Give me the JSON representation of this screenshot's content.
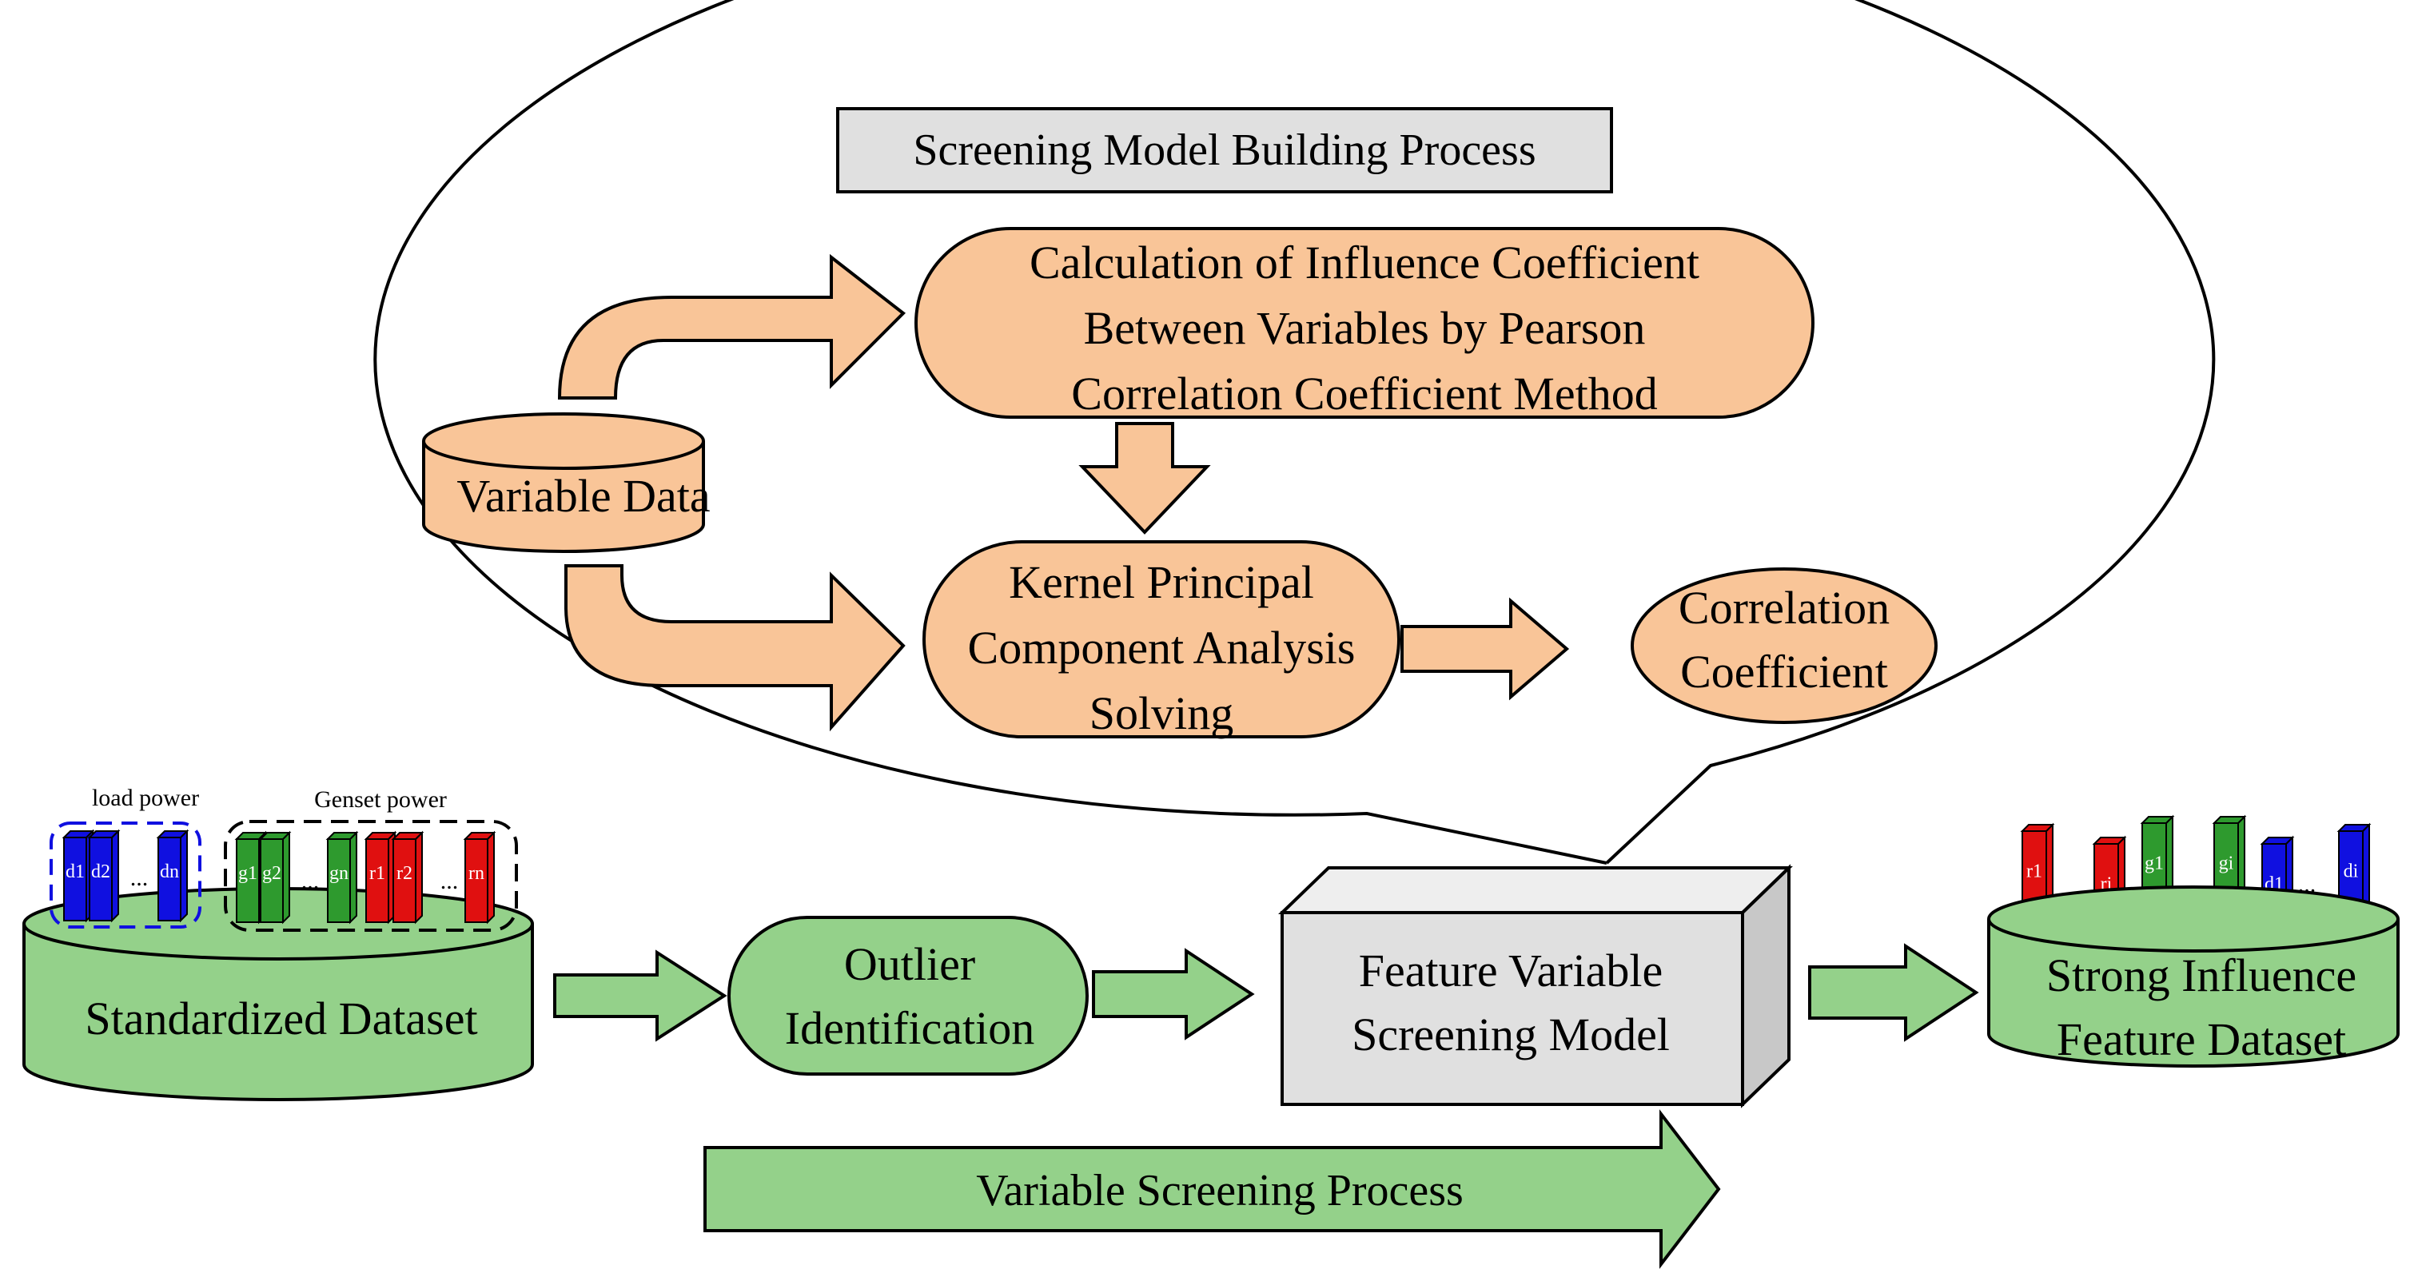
{
  "title_box": {
    "text": "Screening Model Building Process"
  },
  "upper": {
    "pearson": {
      "lines": [
        "Calculation of Influence Coefficient",
        "Between Variables by Pearson",
        "Correlation Coefficient Method"
      ]
    },
    "variable_data": {
      "text": "Variable Data"
    },
    "kpca": {
      "lines": [
        "Kernel Principal",
        "Component Analysis",
        "Solving"
      ]
    },
    "correlation": {
      "lines": [
        "Correlation",
        "Coefficient"
      ]
    }
  },
  "lower": {
    "load_power": {
      "label": "load power",
      "bars": [
        "d1",
        "d2",
        "dn"
      ],
      "dots": "..."
    },
    "genset_power": {
      "label": "Genset power",
      "bars": [
        "g1",
        "g2",
        "gn",
        "r1",
        "r2",
        "rn"
      ],
      "dots": "..."
    },
    "standardized": {
      "text": "Standardized Dataset"
    },
    "outlier": {
      "lines": [
        "Outlier",
        "Identification"
      ]
    },
    "feature_model": {
      "lines": [
        "Feature Variable",
        "Screening Model"
      ]
    },
    "strong": {
      "lines": [
        "Strong Influence",
        "Feature Dataset"
      ],
      "bars": [
        "r1",
        "ri",
        "g1",
        "gi",
        "d1",
        "di"
      ],
      "dots": "..."
    },
    "process_arrow": {
      "text": "Variable Screening Process"
    }
  },
  "colors": {
    "orange": "#f9c598",
    "green": "#94d18a",
    "gray_box": "#e0e0e0",
    "blue_bar": "#1010e0",
    "green_bar": "#2e9a2e",
    "red_bar": "#e01010",
    "blue_dash": "#1010e0"
  }
}
